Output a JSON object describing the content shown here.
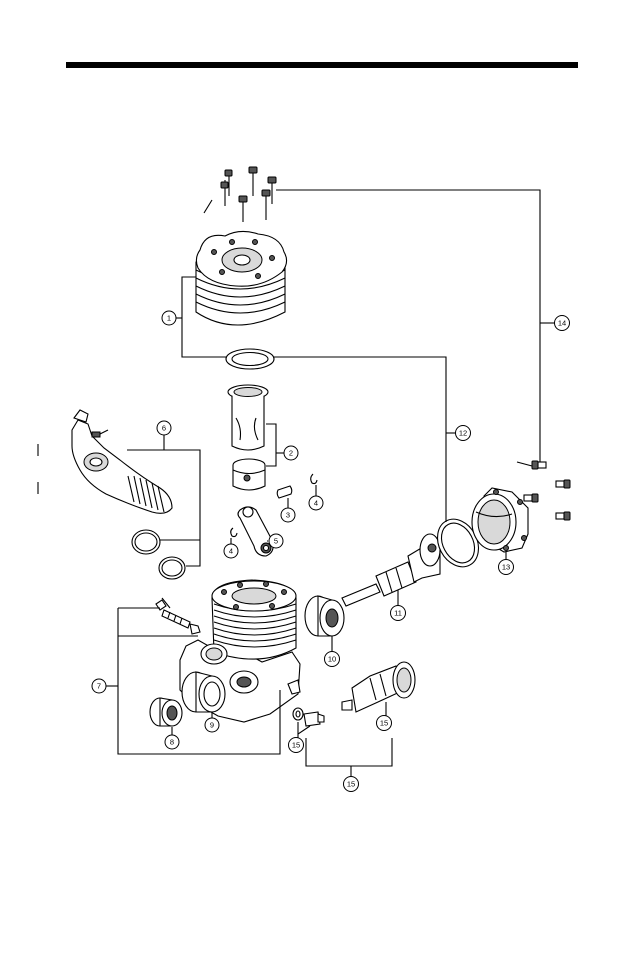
{
  "diagram": {
    "callouts": [
      {
        "id": "c1",
        "label": "1"
      },
      {
        "id": "c2",
        "label": "2"
      },
      {
        "id": "c3",
        "label": "3"
      },
      {
        "id": "c4a",
        "label": "4"
      },
      {
        "id": "c4b",
        "label": "4"
      },
      {
        "id": "c5",
        "label": "5"
      },
      {
        "id": "c6",
        "label": "6"
      },
      {
        "id": "c7",
        "label": "7"
      },
      {
        "id": "c8",
        "label": "8"
      },
      {
        "id": "c9",
        "label": "9"
      },
      {
        "id": "c10",
        "label": "10"
      },
      {
        "id": "c11",
        "label": "11"
      },
      {
        "id": "c12",
        "label": "12"
      },
      {
        "id": "c13",
        "label": "13"
      },
      {
        "id": "c14",
        "label": "14"
      },
      {
        "id": "c15a",
        "label": "15"
      },
      {
        "id": "c15b",
        "label": "15"
      },
      {
        "id": "c15c",
        "label": "15"
      }
    ]
  }
}
